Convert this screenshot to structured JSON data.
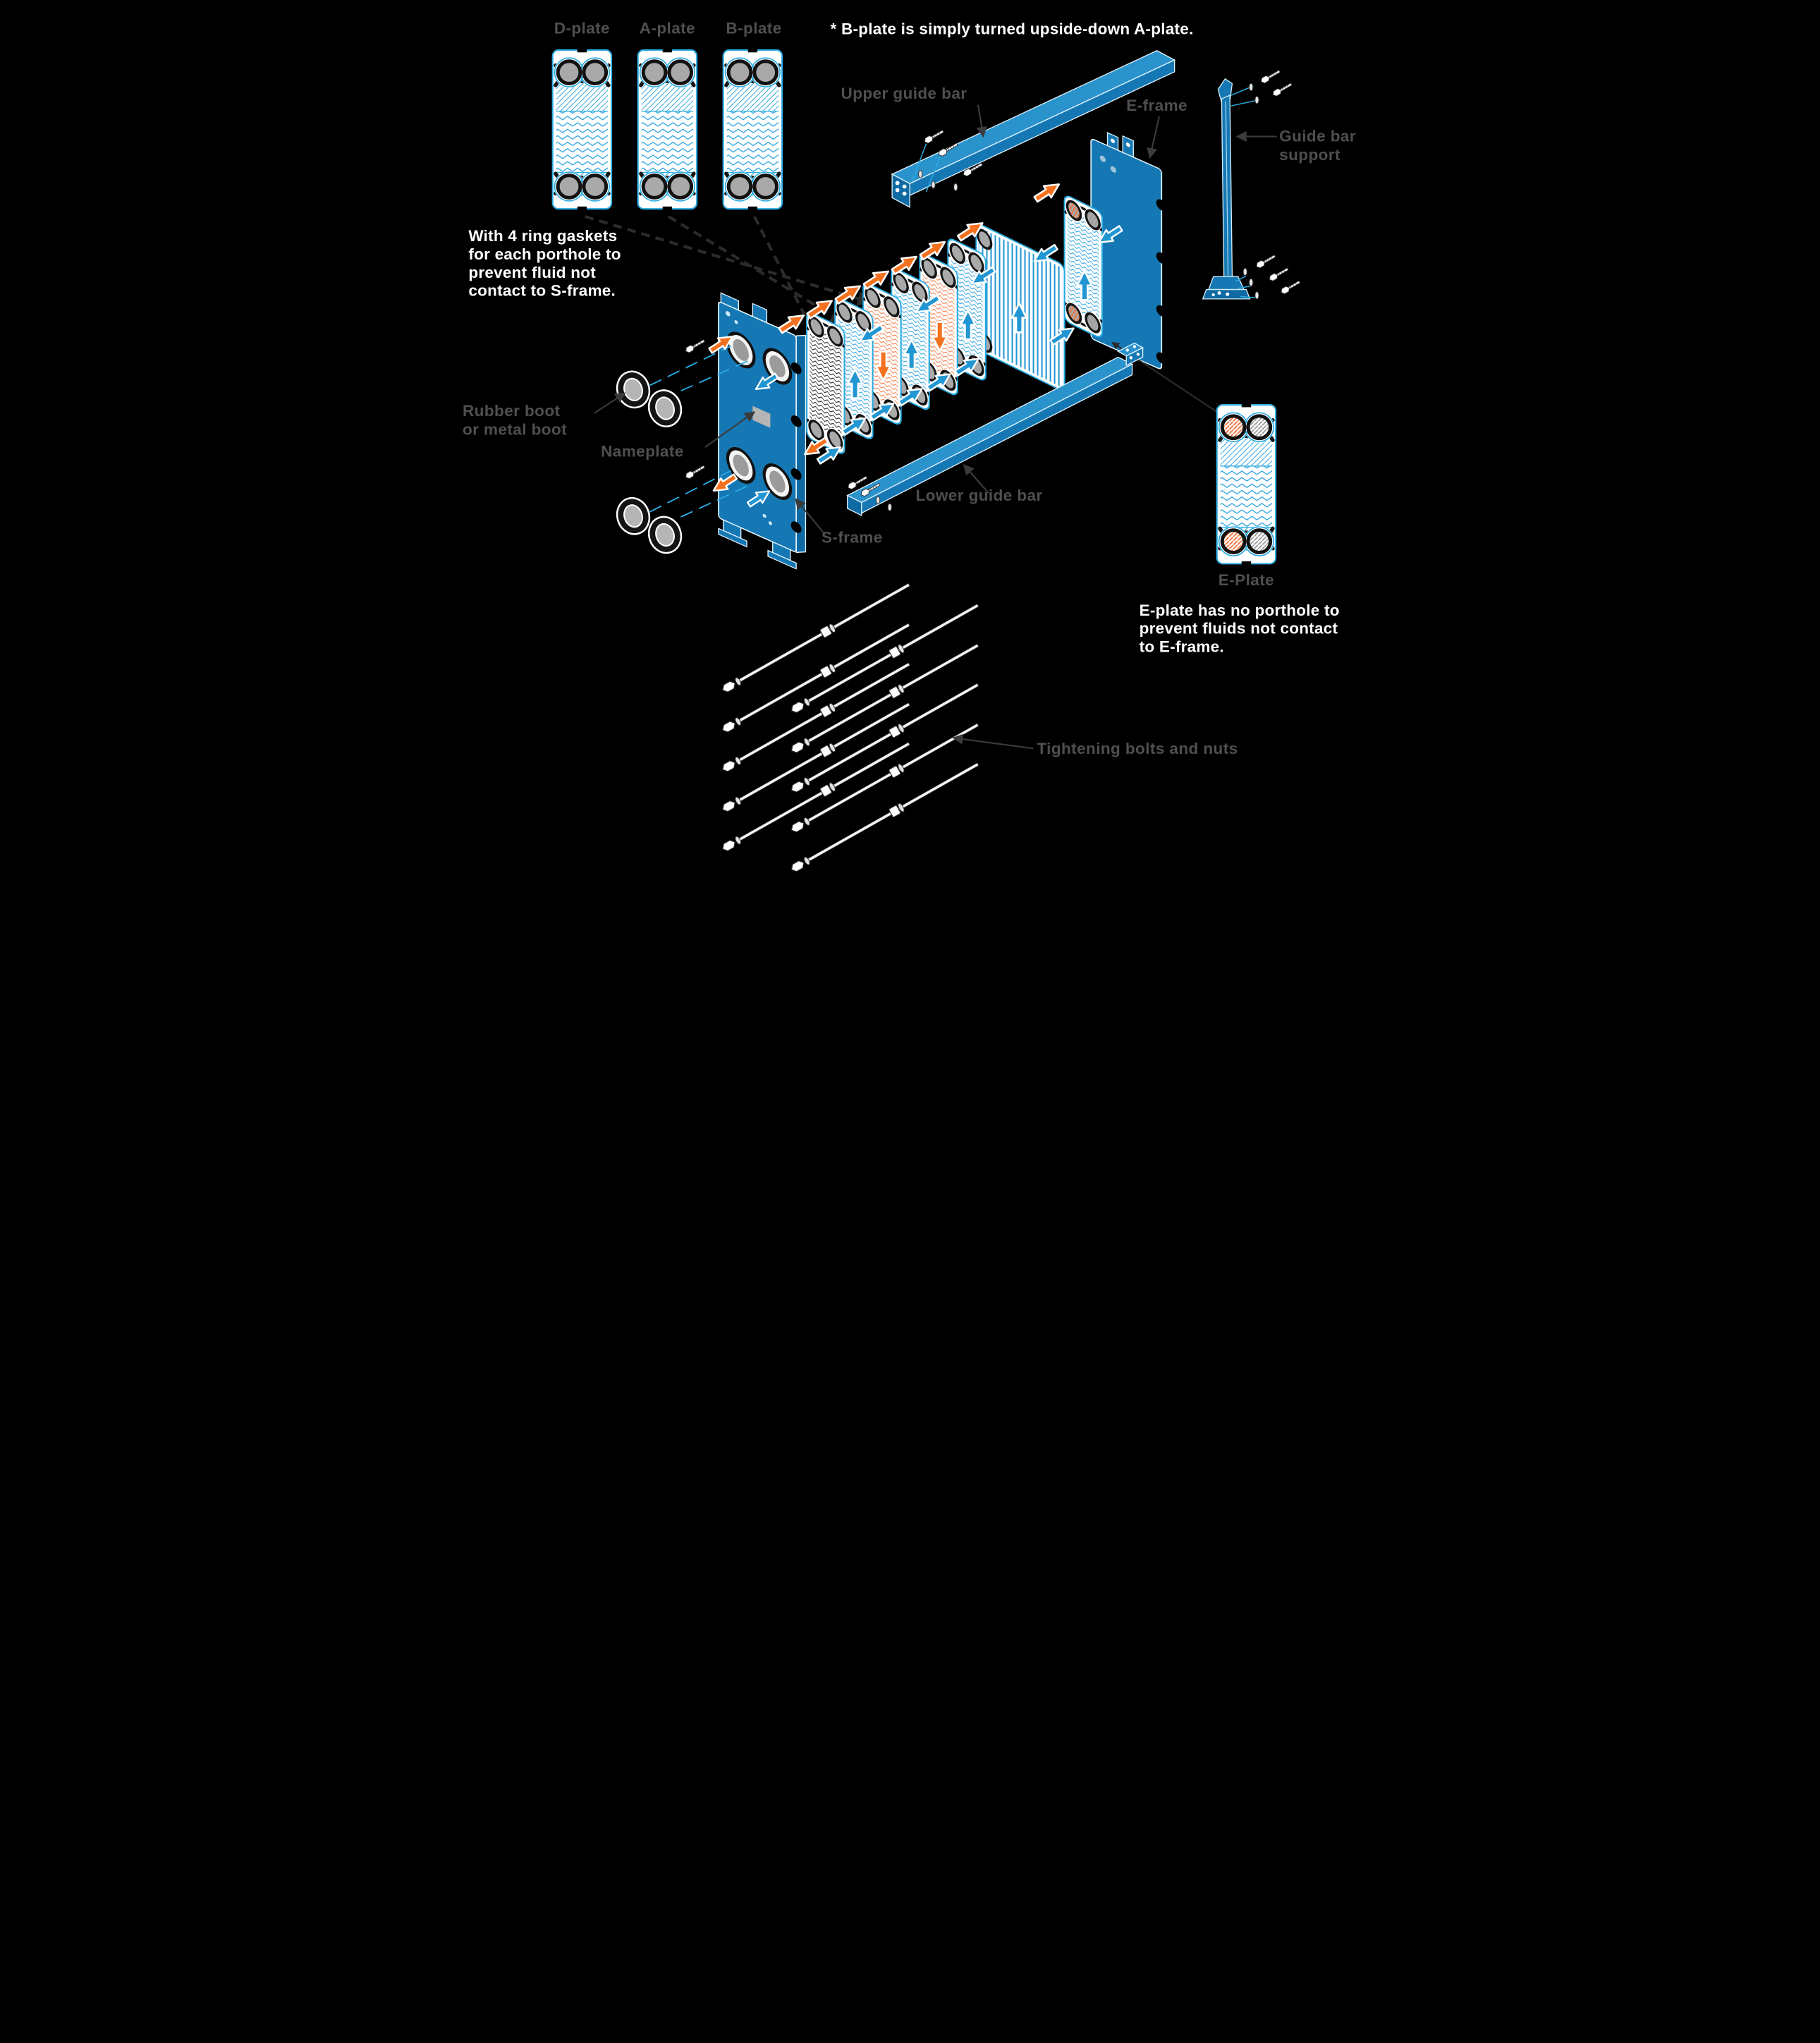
{
  "labels": {
    "d_plate": "D-plate",
    "a_plate": "A-plate",
    "b_plate": "B-plate",
    "upper_guide_bar": "Upper guide bar",
    "e_frame": "E-frame",
    "guide_bar_support_1": "Guide bar",
    "guide_bar_support_2": "support",
    "rubber_boot_1": "Rubber boot",
    "rubber_boot_2": "or metal boot",
    "nameplate": "Nameplate",
    "s_frame": "S-frame",
    "lower_guide_bar": "Lower guide bar",
    "e_plate": "E-Plate",
    "tightening_bolts": "Tightening bolts and nuts"
  },
  "notes": {
    "b_plate_note": "* B-plate is simply turned upside-down A-plate.",
    "gasket_note": [
      "With 4 ring gaskets",
      "for each porthole to",
      "prevent fluid not",
      "contact to S-frame."
    ],
    "e_plate_note": [
      "E-plate has no porthole to",
      "prevent fluids not contact",
      "to E-frame."
    ]
  },
  "colors": {
    "background": "#000000",
    "frame_blue": "#1578b4",
    "frame_blue_light": "#2b93cc",
    "frame_blue_dark": "#0f6aa3",
    "outline_cyan": "#29abe2",
    "arrow_blue": "#2196d3",
    "arrow_orange": "#f4711f",
    "porthole_gray": "#a9a9a9",
    "label_gray": "#4f4f4f",
    "text_white": "#ffffff"
  }
}
